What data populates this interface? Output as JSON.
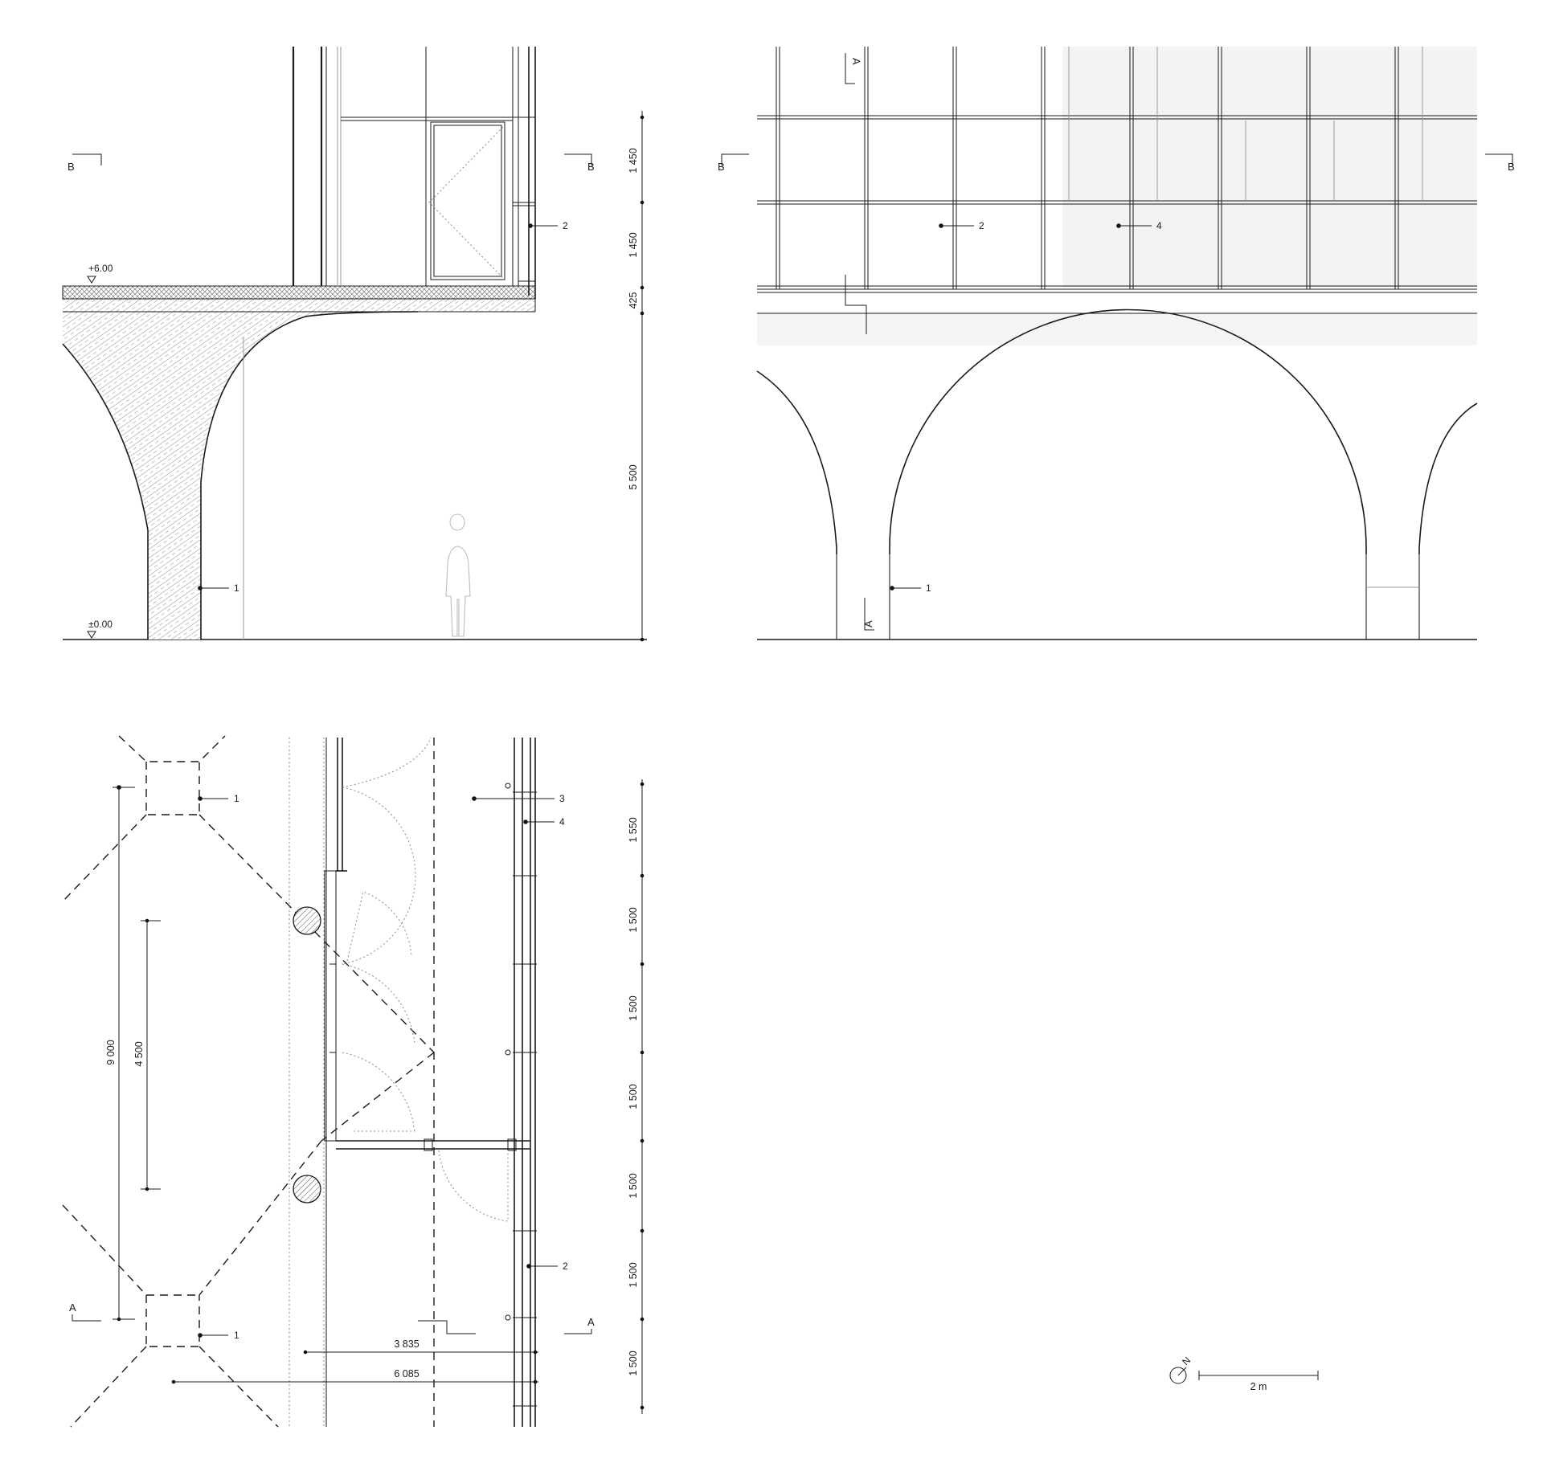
{
  "section_marks": {
    "b": "B",
    "a": "A"
  },
  "levels": {
    "top": "+6.00",
    "ground": "±0.00"
  },
  "callouts": {
    "one": "1",
    "two": "2",
    "three": "3",
    "four": "4"
  },
  "section_dims": {
    "upper_window": "1 450",
    "lower_window": "1 450",
    "slab": "425",
    "arch_height": "5 500"
  },
  "plan_dims": {
    "column_spacing": "9 000",
    "column_half": "4 500",
    "bays": [
      "1 550",
      "1 500",
      "1 500",
      "1 500",
      "1 500",
      "1 500",
      "1 500"
    ],
    "depth_inner": "3 835",
    "depth_outer": "6 085"
  },
  "north_arrow": {
    "letter": "N"
  },
  "scale_bar": {
    "label": "2 m"
  },
  "colors": {
    "line": "#1a1a1a",
    "hatch_fill": "#e6e6e6",
    "light_glazing": "#f0f0f0"
  }
}
